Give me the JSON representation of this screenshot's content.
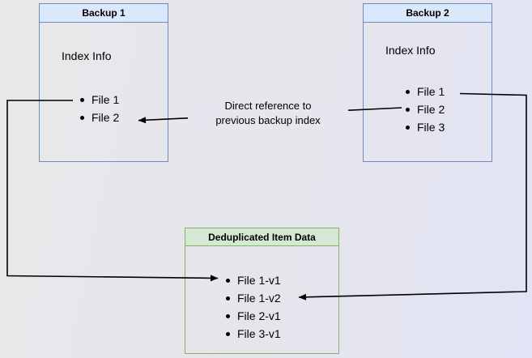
{
  "page": {
    "bg_from": "#e9e8ea",
    "bg_to": "#e1e4f5",
    "label_bg": "#e6e6ef"
  },
  "colors": {
    "blue_fill": "#dbe8fc",
    "blue_border": "#6c8ebf",
    "green_fill": "#d5e8d4",
    "green_border": "#82b366",
    "line": "#000000",
    "text": "#000000"
  },
  "nodes": {
    "backup1": {
      "title": "Backup 1",
      "subtitle": "Index Info",
      "items": [
        "File 1",
        "File 2"
      ]
    },
    "backup2": {
      "title": "Backup 2",
      "subtitle": "Index Info",
      "items": [
        "File 1",
        "File 2",
        "File 3"
      ]
    },
    "dedup": {
      "title": "Deduplicated Item Data",
      "items": [
        "File 1-v1",
        "File 1-v2",
        "File 2-v1",
        "File 3-v1"
      ]
    }
  },
  "edges": [
    {
      "from": "Backup 2 / File 2",
      "to": "Backup 1 / File 2",
      "label_line1": "Direct reference to",
      "label_line2": "previous backup index"
    },
    {
      "from": "Backup 1 / File 1",
      "to": "Deduplicated Item Data / File 1-v1"
    },
    {
      "from": "Backup 2 / File 1",
      "to": "Deduplicated Item Data / File 1-v2"
    }
  ]
}
